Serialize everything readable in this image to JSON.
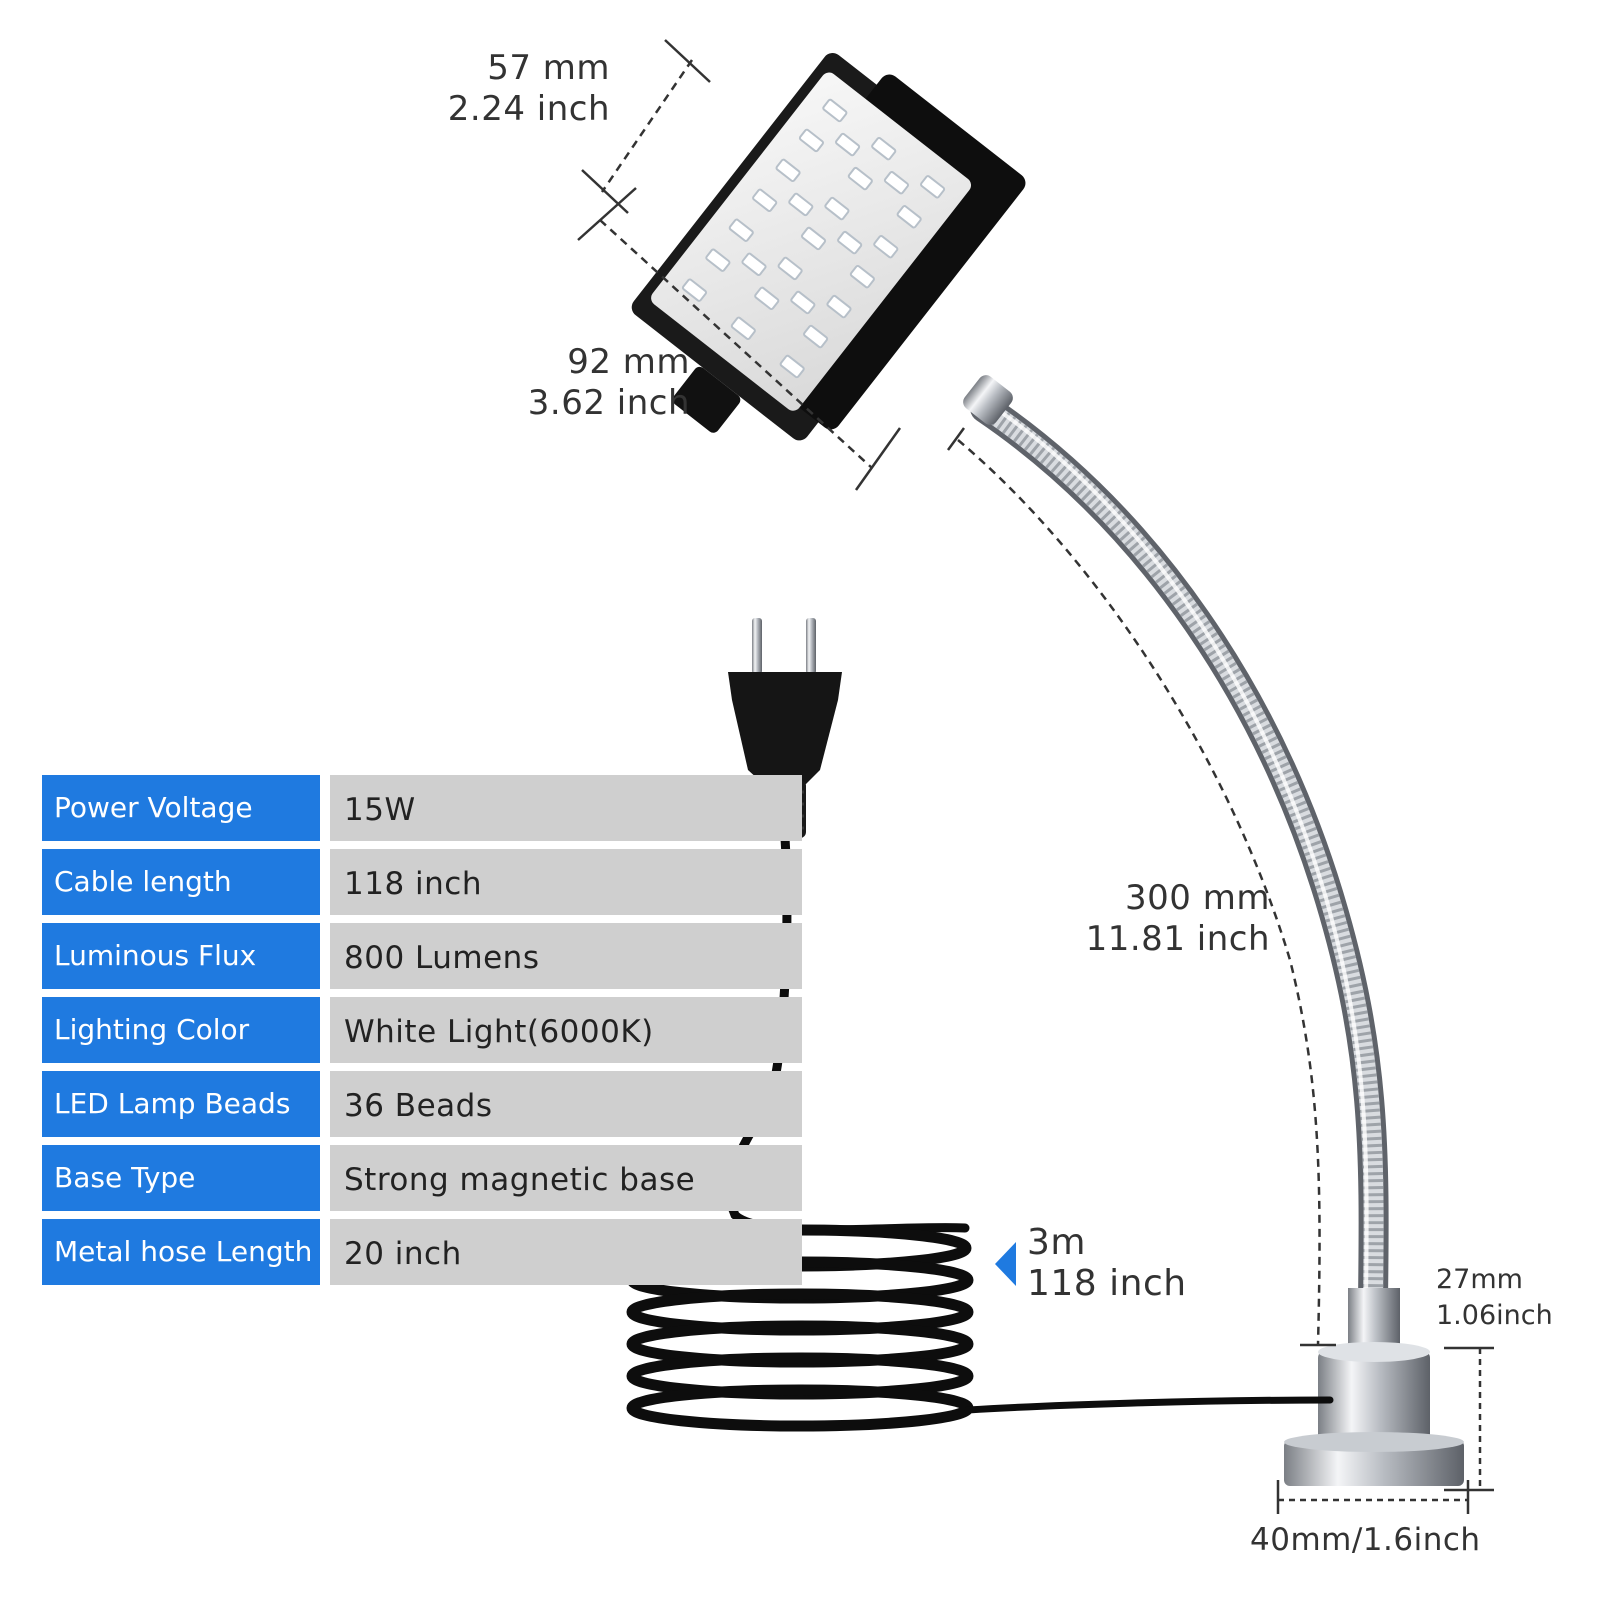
{
  "dimensions": {
    "head_width": {
      "mm": "57 mm",
      "inch": "2.24 inch"
    },
    "head_length": {
      "mm": "92 mm",
      "inch": "3.62 inch"
    },
    "hose_length": {
      "mm": "300 mm",
      "inch": "11.81 inch"
    },
    "cable_length": {
      "m": "3m",
      "inch": "118 inch"
    },
    "base_height": {
      "mm": "27mm",
      "inch": "1.06inch"
    },
    "base_diameter": "40mm/1.6inch"
  },
  "specs": [
    {
      "label": "Power Voltage",
      "value": "15W"
    },
    {
      "label": "Cable length",
      "value": "118 inch"
    },
    {
      "label": "Luminous Flux",
      "value": "800 Lumens"
    },
    {
      "label": "Lighting Color",
      "value": "White Light(6000K)"
    },
    {
      "label": "LED Lamp Beads",
      "value": "36 Beads"
    },
    {
      "label": "Base Type",
      "value": "Strong magnetic base"
    },
    {
      "label": "Metal hose Length",
      "value": "20 inch"
    }
  ],
  "colors": {
    "label_bg": "#1f7ae0",
    "value_bg": "#cfcfcf",
    "cable": "#111111",
    "metal": "#b8bcc2"
  }
}
